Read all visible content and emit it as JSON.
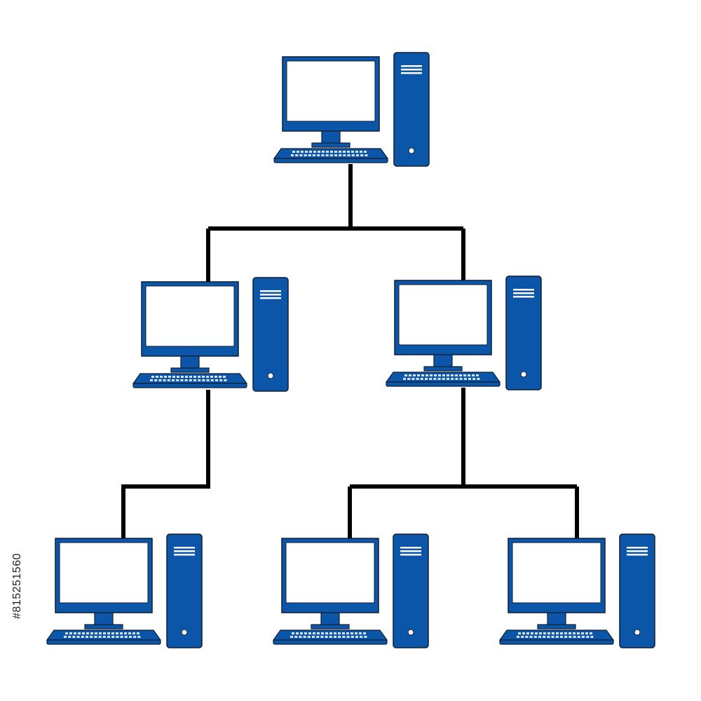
{
  "colors": {
    "background": "#ffffff",
    "device_fill": "#0b56a8",
    "device_outline": "#0f1e33",
    "screen_fill": "#ffffff",
    "key_fill": "#d9e3f0",
    "link_color": "#000000"
  },
  "icons": {
    "workstation": "desktop-computer-icon",
    "monitor": "monitor-icon",
    "keyboard": "keyboard-icon",
    "tower": "tower-case-icon"
  },
  "network": {
    "levels": 3,
    "workstations": 6,
    "topology": "tree"
  },
  "watermark": {
    "stock_id": "#815251560"
  }
}
